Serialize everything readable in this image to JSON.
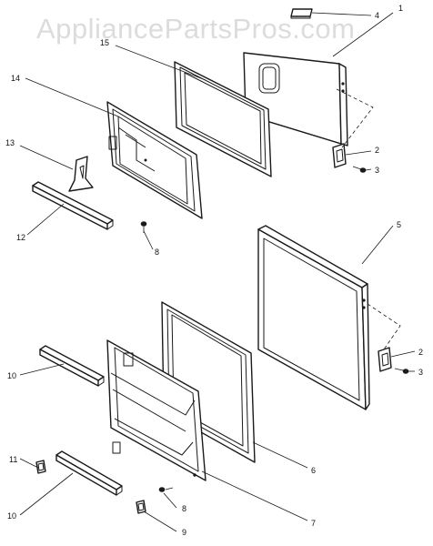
{
  "watermark": "AppliancePartsPros.com",
  "callouts": {
    "c1": "1",
    "c2a": "2",
    "c2b": "2",
    "c3a": "3",
    "c3b": "3",
    "c4": "4",
    "c5": "5",
    "c6": "6",
    "c7": "7",
    "c8a": "8",
    "c8b": "8",
    "c9": "9",
    "c10a": "10",
    "c10b": "10",
    "c11": "11",
    "c12": "12",
    "c13": "13",
    "c14": "14",
    "c15": "15"
  }
}
